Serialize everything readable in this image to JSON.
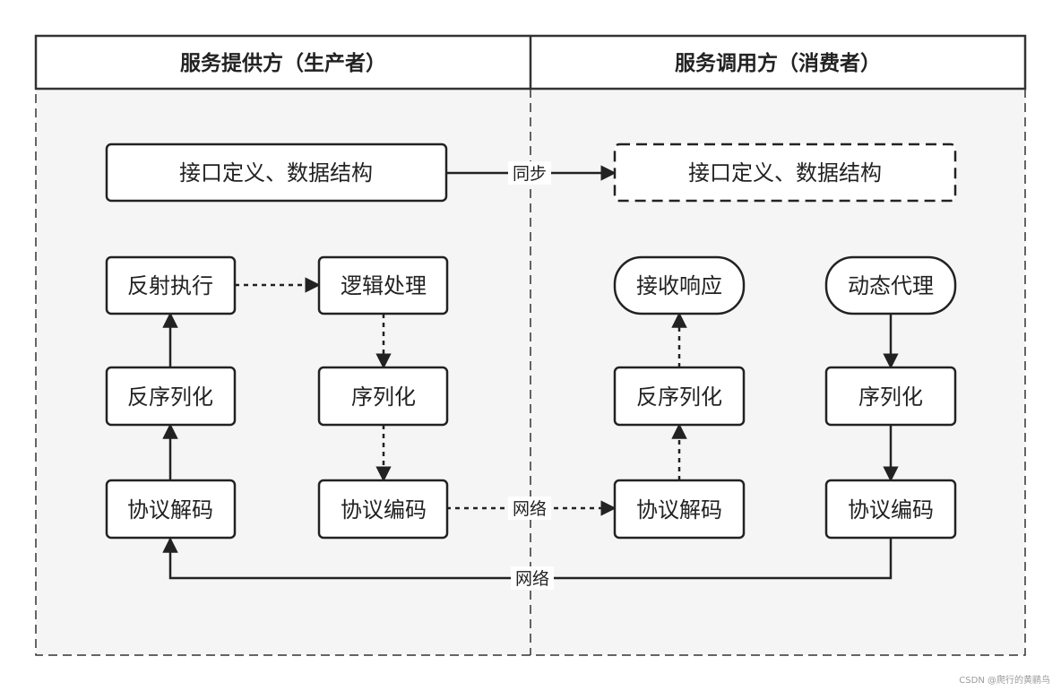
{
  "lanes": {
    "provider": "服务提供方（生产者）",
    "consumer": "服务调用方（消费者）"
  },
  "boxes": {
    "interface_def": "接口定义、数据结构",
    "interface_def_copy": "接口定义、数据结构",
    "reflect_exec": "反射执行",
    "logic_process": "逻辑处理",
    "provider_deserialize": "反序列化",
    "provider_serialize": "序列化",
    "provider_decode": "协议解码",
    "provider_encode": "协议编码",
    "receive_response": "接收响应",
    "dynamic_proxy": "动态代理",
    "consumer_deserialize": "反序列化",
    "consumer_serialize": "序列化",
    "consumer_decode": "协议解码",
    "consumer_encode": "协议编码"
  },
  "edge_labels": {
    "sync": "同步",
    "network_response": "网络",
    "network_request": "网络"
  },
  "watermark": "CSDN @爬行的黄鹂鸟"
}
